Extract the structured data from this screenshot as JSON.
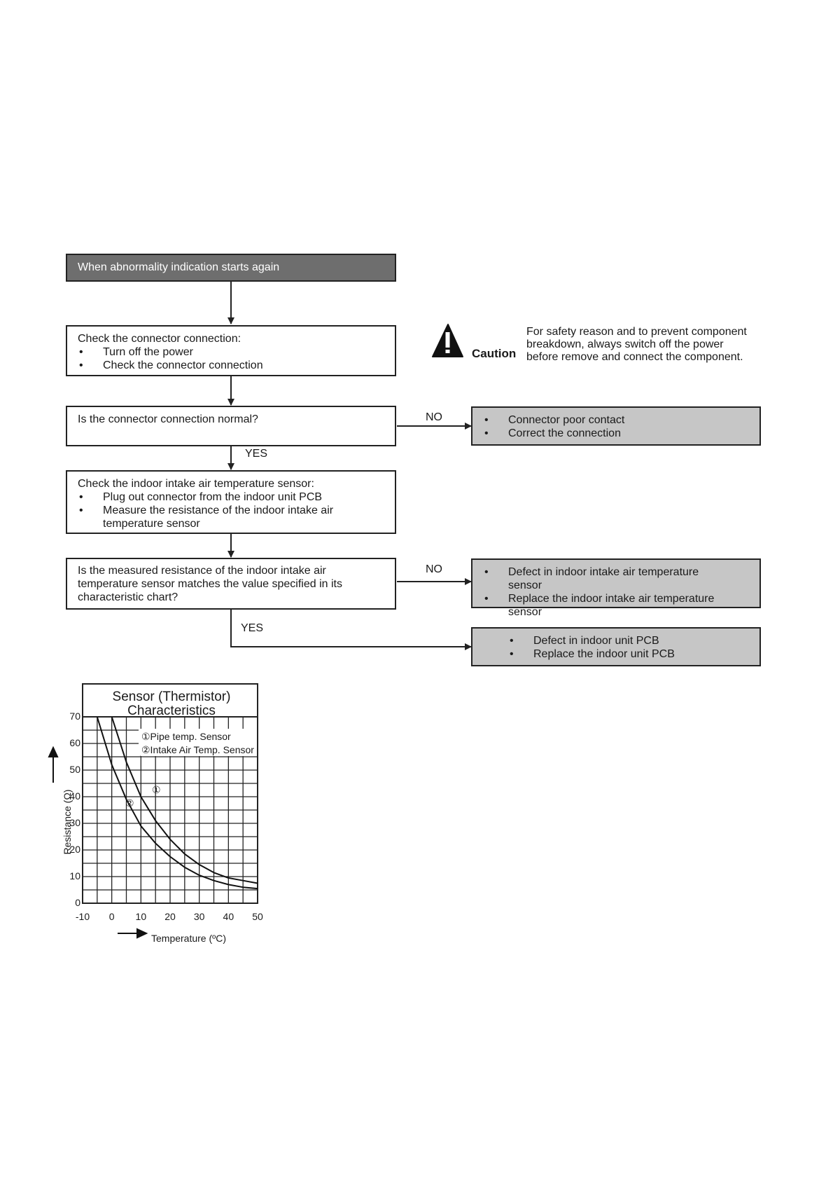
{
  "flowchart": {
    "start": "When abnormality indication starts again",
    "check_connector": {
      "title": "Check the connector connection:",
      "items": [
        "Turn off the power",
        "Check the connector connection"
      ]
    },
    "q_connector": "Is the connector connection normal?",
    "no_label_1": "NO",
    "yes_label_1": "YES",
    "result_connector": {
      "items": [
        "Connector poor contact",
        "Correct the connection"
      ]
    },
    "check_sensor": {
      "title": "Check the indoor intake air temperature sensor:",
      "items": [
        "Plug out connector from the indoor unit PCB",
        "Measure the resistance of the indoor intake air temperature sensor"
      ]
    },
    "q_resistance": "Is the measured resistance of the indoor intake air temperature sensor matches the value specified in its characteristic chart?",
    "no_label_2": "NO",
    "yes_label_2": "YES",
    "result_sensor": {
      "items": [
        "Defect in indoor intake air temperature sensor",
        "Replace the indoor intake air temperature sensor"
      ]
    },
    "result_pcb": {
      "items": [
        "Defect in indoor unit PCB",
        "Replace the indoor unit PCB"
      ]
    }
  },
  "caution": {
    "label": "Caution",
    "icon": "warning-triangle-icon",
    "text": "For safety reason and to prevent component breakdown, always switch off the power before remove and connect the component."
  },
  "chart_data": {
    "type": "line",
    "title": "Sensor (Thermistor) Characteristics",
    "xlabel": "Temperature (ºC)",
    "ylabel": "Resistance (Ω)",
    "xlim": [
      -10,
      50
    ],
    "ylim": [
      0,
      70
    ],
    "x_ticks": [
      "-10",
      "0",
      "10",
      "20",
      "30",
      "40",
      "50"
    ],
    "y_ticks": [
      "0",
      "10",
      "20",
      "30",
      "40",
      "50",
      "60",
      "70"
    ],
    "grid": true,
    "legend": [
      "①Pipe temp. Sensor",
      "②Intake Air Temp. Sensor"
    ],
    "curve_markers": [
      "①",
      "②"
    ],
    "series": [
      {
        "name": "Pipe temp. Sensor",
        "marker": "①",
        "x": [
          0,
          5,
          10,
          15,
          20,
          25,
          30,
          35,
          40,
          45,
          50
        ],
        "y": [
          70,
          53,
          40,
          31,
          24,
          18.5,
          14.5,
          11.5,
          9.5,
          8.5,
          7.5
        ]
      },
      {
        "name": "Intake Air Temp. Sensor",
        "marker": "②",
        "x": [
          -5,
          0,
          5,
          10,
          15,
          20,
          25,
          30,
          35,
          40,
          45,
          50
        ],
        "y": [
          70,
          52,
          39,
          29,
          22.5,
          17.5,
          13.5,
          10.5,
          8.5,
          7,
          6,
          5.5
        ]
      }
    ]
  }
}
